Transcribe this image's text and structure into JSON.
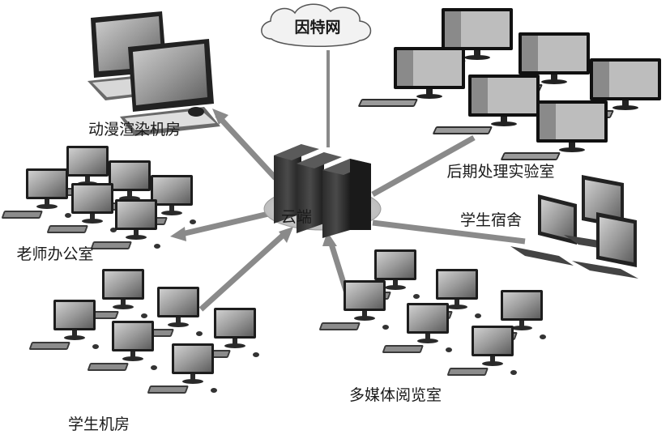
{
  "diagram": {
    "internet_label": "因特网",
    "cloud_label": "云端",
    "nodes": [
      {
        "id": "animation",
        "label": "动漫渲染机房"
      },
      {
        "id": "postprod",
        "label": "后期处理实验室"
      },
      {
        "id": "teacher",
        "label": "老师办公室"
      },
      {
        "id": "dorm",
        "label": "学生宿舍"
      },
      {
        "id": "student_lab",
        "label": "学生机房"
      },
      {
        "id": "multimedia",
        "label": "多媒体阅览室"
      }
    ]
  }
}
